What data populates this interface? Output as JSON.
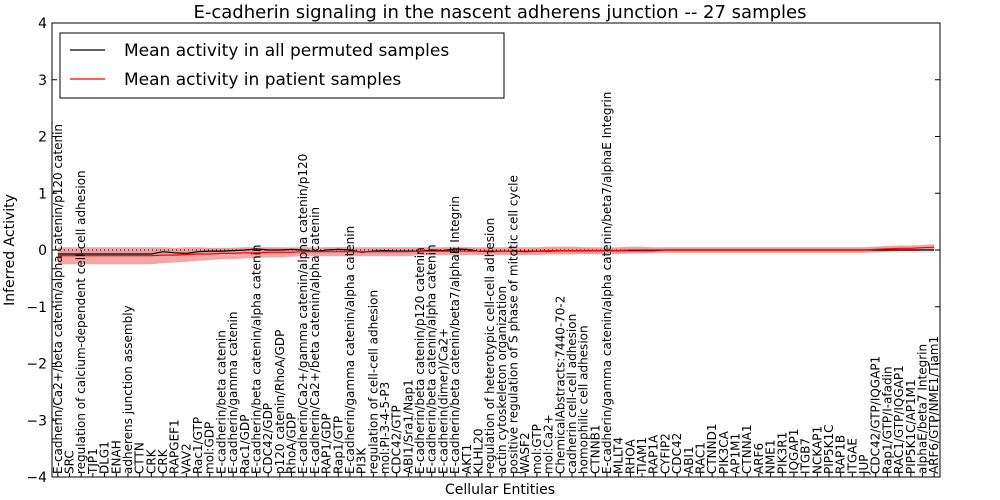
{
  "chart_data": {
    "type": "line",
    "title": "E-cadherin signaling in the nascent adherens junction -- 27 samples",
    "xlabel": "Cellular Entities",
    "ylabel": "Inferred Activity",
    "ylim": [
      -4,
      4
    ],
    "yticks": [
      -4,
      -3,
      -2,
      -1,
      0,
      1,
      2,
      3,
      4
    ],
    "grid": false,
    "legend_position": "top-left",
    "zero_line": "dotted",
    "categories": [
      "E-cadherin/Ca2+/beta catenin/alpha catenin/p120 catenin",
      "SRC",
      "regulation of calcium-dependent cell-cell adhesion",
      "TJP1",
      "DLG1",
      "ENAH",
      "adherens junction assembly",
      "CTTN",
      "CRK",
      "CRK",
      "RAPGEF1",
      "VAV2",
      "Rac1/GTP",
      "mol:GDP",
      "E-cadherin/beta catenin",
      "E-cadherin/gamma catenin",
      "Rac1/GDP",
      "E-cadherin/beta catenin/alpha catenin",
      "CDC42/GDP",
      "p120 catenin/RhoA/GDP",
      "RhoA/GDP",
      "E-cadherin/Ca2+/gamma catenin/alpha catenin/p120",
      "E-cadherin/Ca2+/beta catenin/alpha catenin",
      "RAP1/GDP",
      "Rap1/GTP",
      "E-cadherin/gamma catenin/alpha catenin",
      "PI3K",
      "regulation of cell-cell adhesion",
      "mol:PI-3-4-5-P3",
      "CDC42/GTP",
      "ABI1/Sra1/Nap1",
      "E-cadherin/beta catenin/p120 catenin",
      "E-cadherin/beta catenin/alpha catenin",
      "E-cadherin(dimer)/Ca2+",
      "E-cadherin/beta catenin/beta7/alphaE Integrin",
      "AKT1",
      "KLHL20",
      "regulation of heterotypic cell-cell adhesion",
      "actin cytoskeleton organization",
      "positive regulation of S phase of mitotic cell cycle",
      "WASF2",
      "mol:GTP",
      "mol:Ca2+",
      "ChemicalAbstracts:7440-70-2",
      "cadherin cell-cell adhesion",
      "homophilic cell adhesion",
      "CTNNB1",
      "E-cadherin/gamma catenin/alpha catenin/beta7/alphaE Integrin",
      "MLLT4",
      "RHOA",
      "TIAM1",
      "RAP1A",
      "CYFIP2",
      "CDC42",
      "ABI1",
      "RAC1",
      "CTNND1",
      "PIK3CA",
      "AP1M1",
      "CTNNA1",
      "ARF6",
      "NME1",
      "PIK3R1",
      "IQGAP1",
      "ITGB7",
      "NCKAP1",
      "PIP5K1C",
      "RAP1B",
      "ITGAE",
      "JUP",
      "CDC42/GTP/IQGAP1",
      "Rap1/GTP/I-afadin",
      "RAC1/GTP/IQGAP1",
      "PIP5K1C/AP1M1",
      "alphaE/beta7 Integrin",
      "ARF6/GTP/NME1/Tiam1"
    ],
    "series": [
      {
        "name": "Mean activity in all permuted samples",
        "color": "#000000",
        "values": [
          -0.07,
          -0.07,
          -0.07,
          -0.07,
          -0.07,
          -0.07,
          -0.07,
          -0.07,
          -0.07,
          -0.03,
          -0.05,
          -0.06,
          -0.03,
          -0.02,
          -0.02,
          -0.01,
          0.0,
          0.02,
          0.0,
          0.0,
          0.01,
          0.0,
          -0.03,
          0.0,
          0.01,
          0.0,
          -0.04,
          -0.02,
          -0.01,
          -0.02,
          -0.02,
          -0.02,
          0.0,
          -0.01,
          0.02,
          0.01,
          -0.02,
          -0.03,
          -0.02,
          -0.02,
          -0.03,
          -0.02,
          -0.02,
          -0.01,
          -0.01,
          -0.01,
          -0.01,
          -0.01,
          -0.01,
          -0.01,
          -0.01,
          -0.01,
          0.0,
          0.0,
          0.0,
          0.0,
          0.0,
          0.0,
          0.0,
          0.0,
          0.0,
          0.0,
          0.0,
          0.0,
          0.0,
          0.0,
          0.0,
          0.0,
          0.0,
          0.0,
          0.0,
          0.0,
          0.0,
          0.0,
          0.0,
          0.0
        ]
      },
      {
        "name": "Mean activity in patient samples",
        "color": "#ff0000",
        "band_color": "#f08080",
        "values": [
          -0.1,
          -0.1,
          -0.1,
          -0.1,
          -0.1,
          -0.1,
          -0.1,
          -0.1,
          -0.1,
          -0.09,
          -0.09,
          -0.08,
          -0.07,
          -0.07,
          -0.06,
          -0.06,
          -0.05,
          -0.05,
          -0.04,
          -0.04,
          -0.04,
          -0.03,
          -0.03,
          -0.03,
          -0.03,
          -0.03,
          -0.03,
          -0.03,
          -0.03,
          -0.03,
          -0.03,
          -0.02,
          -0.02,
          -0.02,
          -0.02,
          -0.02,
          -0.02,
          -0.02,
          -0.02,
          -0.02,
          -0.02,
          -0.02,
          -0.01,
          -0.01,
          -0.01,
          -0.01,
          -0.01,
          -0.01,
          -0.01,
          0.0,
          0.0,
          0.0,
          0.0,
          0.0,
          0.0,
          0.0,
          0.0,
          0.0,
          0.0,
          0.0,
          0.0,
          0.0,
          0.0,
          0.0,
          0.0,
          0.0,
          0.0,
          0.0,
          0.0,
          0.0,
          0.01,
          0.02,
          0.03,
          0.03,
          0.04,
          0.05
        ],
        "band": [
          0.15,
          0.15,
          0.15,
          0.15,
          0.15,
          0.15,
          0.15,
          0.15,
          0.15,
          0.14,
          0.13,
          0.13,
          0.12,
          0.11,
          0.1,
          0.1,
          0.1,
          0.09,
          0.09,
          0.09,
          0.08,
          0.08,
          0.08,
          0.08,
          0.08,
          0.08,
          0.08,
          0.08,
          0.08,
          0.08,
          0.08,
          0.07,
          0.07,
          0.07,
          0.07,
          0.07,
          0.07,
          0.07,
          0.07,
          0.07,
          0.07,
          0.07,
          0.07,
          0.07,
          0.07,
          0.06,
          0.06,
          0.06,
          0.06,
          0.06,
          0.06,
          0.05,
          0.05,
          0.05,
          0.05,
          0.05,
          0.05,
          0.05,
          0.05,
          0.05,
          0.05,
          0.05,
          0.05,
          0.05,
          0.05,
          0.05,
          0.05,
          0.05,
          0.05,
          0.05,
          0.05,
          0.05,
          0.05,
          0.05,
          0.05,
          0.05
        ]
      }
    ]
  }
}
